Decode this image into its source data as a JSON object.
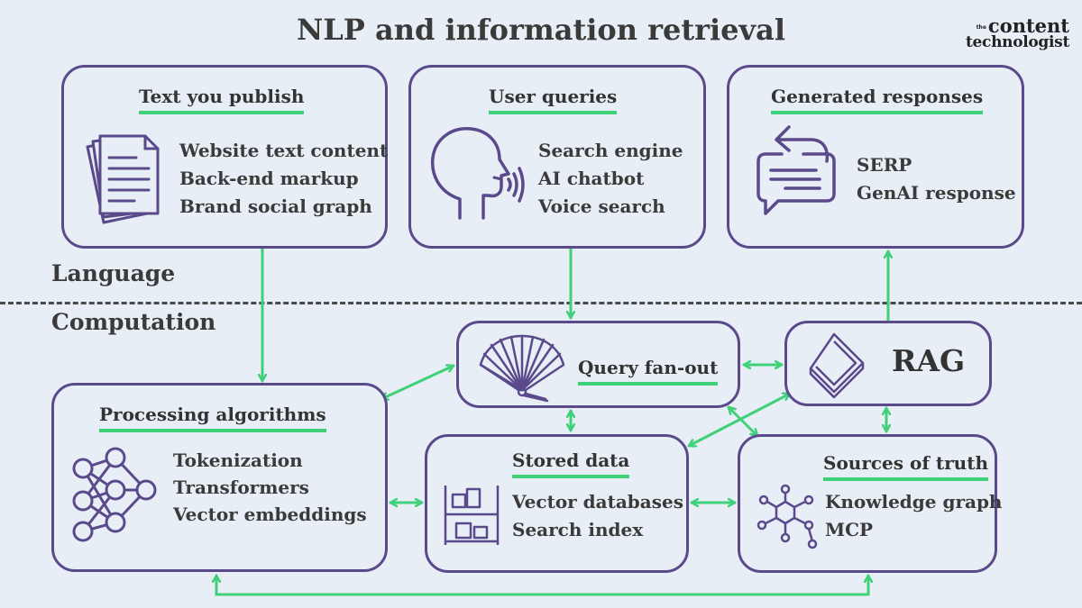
{
  "title": "NLP and information retrieval",
  "logo": {
    "tiny": "the",
    "line1": "content",
    "line2": "technologist"
  },
  "layers": {
    "top": "Language",
    "bottom": "Computation"
  },
  "boxes": {
    "publish": {
      "title": "Text you publish",
      "items": [
        "Website text content",
        "Back-end markup",
        "Brand social graph"
      ]
    },
    "queries": {
      "title": "User queries",
      "items": [
        "Search engine",
        "AI chatbot",
        "Voice search"
      ]
    },
    "responses": {
      "title": "Generated responses",
      "items": [
        "SERP",
        "GenAI response"
      ]
    },
    "processing": {
      "title": "Processing algorithms",
      "items": [
        "Tokenization",
        "Transformers",
        "Vector embeddings"
      ]
    },
    "fanout": {
      "title": "Query fan-out"
    },
    "rag": {
      "title": "RAG"
    },
    "stored": {
      "title": "Stored data",
      "items": [
        "Vector databases",
        "Search index"
      ]
    },
    "truth": {
      "title": "Sources of truth",
      "items": [
        "Knowledge graph",
        "MCP"
      ]
    }
  },
  "colors": {
    "border": "#5b4a8b",
    "arrow": "#3fd07a",
    "background": "#e8eef6",
    "underline": "#3fd07a"
  },
  "icons": {
    "publish": "documents-icon",
    "queries": "speaking-head-icon",
    "responses": "chat-reply-icon",
    "processing": "neural-network-icon",
    "fanout": "hand-fan-icon",
    "rag": "layers-icon",
    "stored": "warehouse-shelf-icon",
    "truth": "molecule-graph-icon"
  }
}
